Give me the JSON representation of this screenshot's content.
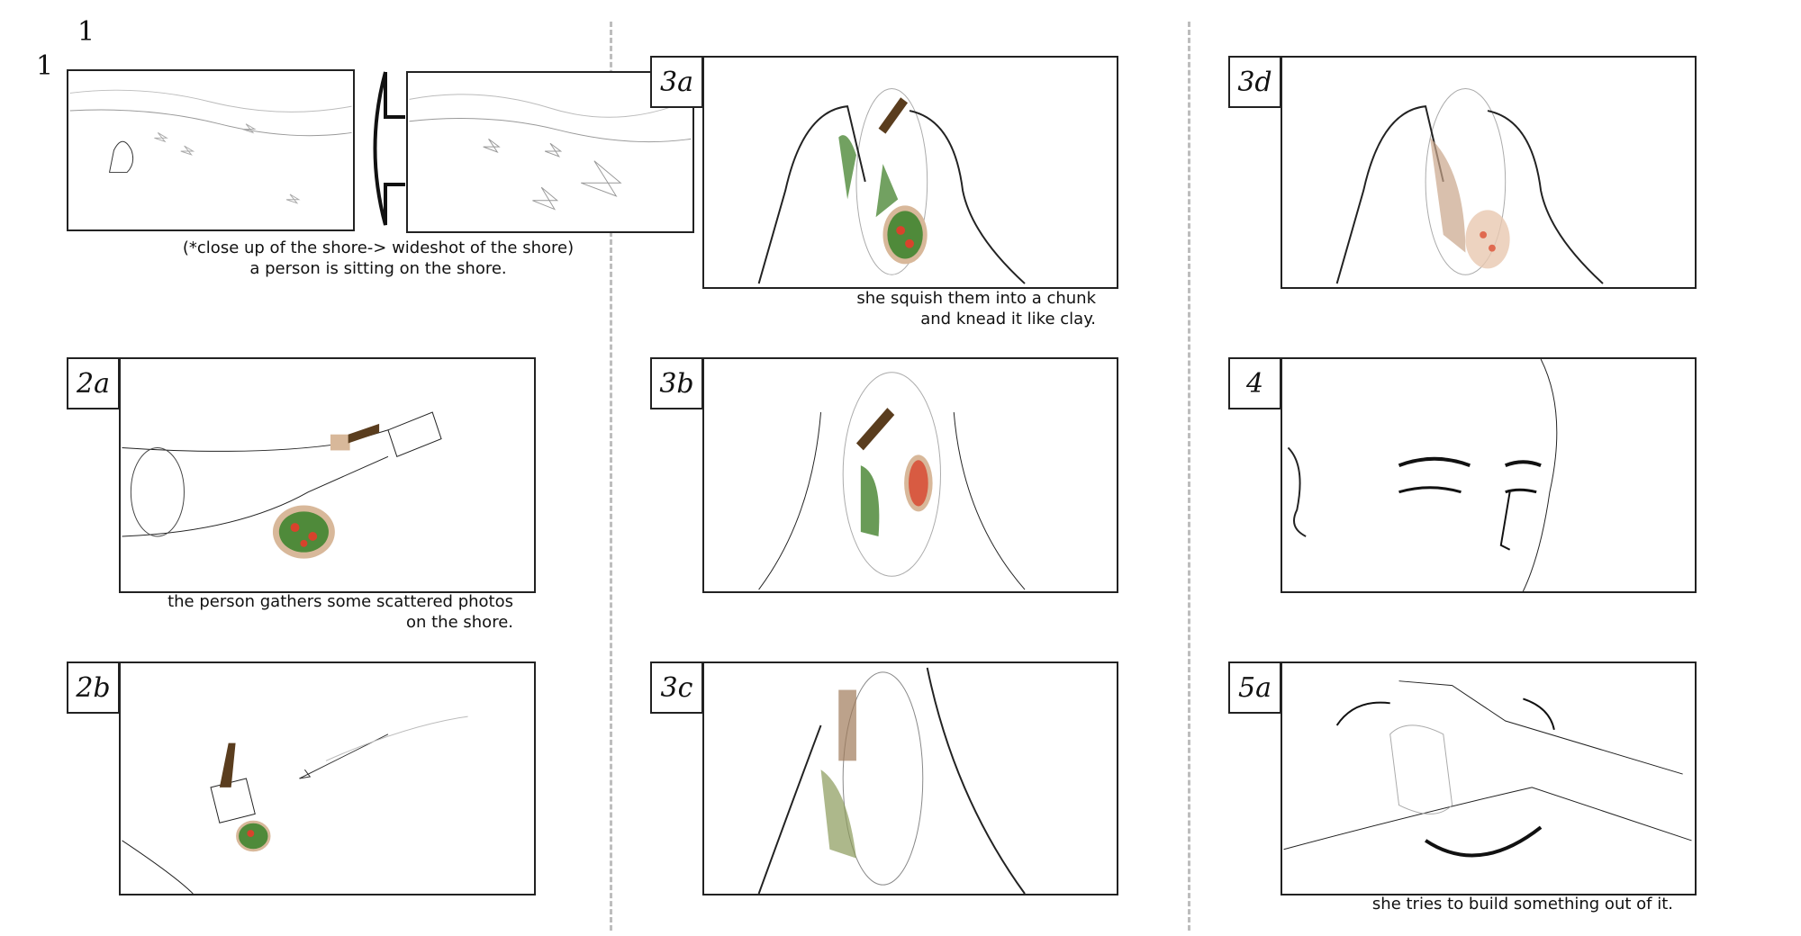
{
  "page_numbers": {
    "top": "1",
    "left": "1"
  },
  "panels": {
    "p1": {
      "caption_line1": "(*close up of the shore-> wideshot of the shore)",
      "caption_line2": "a person is sitting on the shore."
    },
    "p2a": {
      "label": "2a",
      "caption_line1": "the person gathers some scattered photos",
      "caption_line2": "on the shore."
    },
    "p2b": {
      "label": "2b"
    },
    "p3a": {
      "label": "3a",
      "caption_line1": "she squish them into a chunk",
      "caption_line2": "and knead it like clay."
    },
    "p3b": {
      "label": "3b"
    },
    "p3c": {
      "label": "3c"
    },
    "p3d": {
      "label": "3d"
    },
    "p4": {
      "label": "4"
    },
    "p5a": {
      "label": "5a",
      "caption_line1": "she tries to build something out of it."
    }
  },
  "colors": {
    "frame": "#222222",
    "divider": "#bdbdbd",
    "skin_tape": "#d8b89a",
    "bottle": "#5a3d1e",
    "greens": "#4f8a3a",
    "tomato": "#d8432c"
  }
}
